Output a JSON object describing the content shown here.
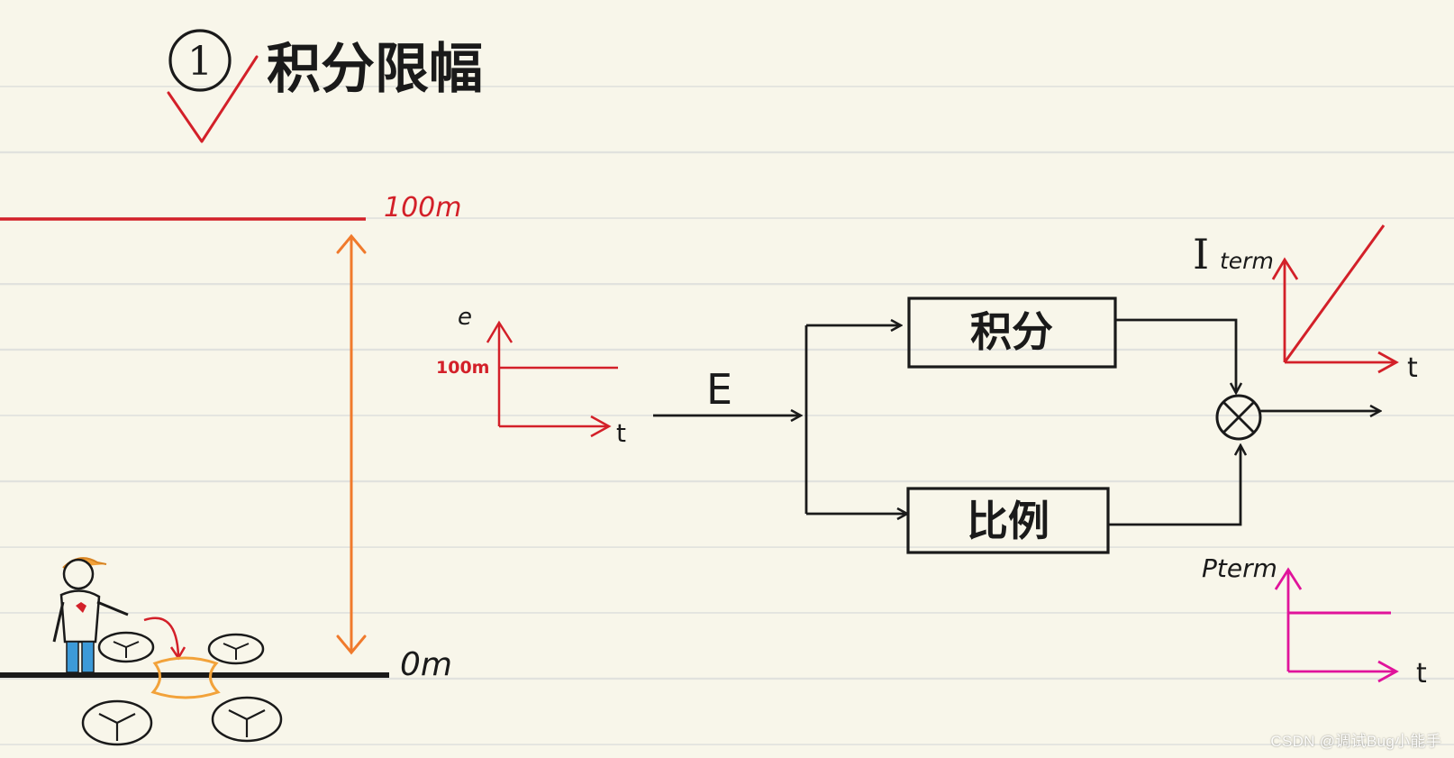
{
  "heading": {
    "number": "1",
    "title": "积分限幅"
  },
  "altitude": {
    "top_label": "100m",
    "bottom_label": "0m"
  },
  "error_plot": {
    "y_label": "e",
    "value_label": "100m",
    "x_label": "t"
  },
  "block_diagram": {
    "input_label": "E",
    "integral_block": "积分",
    "proportional_block": "比例"
  },
  "iterm_plot": {
    "y_label_main": "I",
    "y_label_sub": "term",
    "x_label": "t"
  },
  "pterm_plot": {
    "y_label": "Pterm",
    "x_label": "t"
  },
  "watermark": "CSDN @调试Bug小能手",
  "colors": {
    "red": "#d32029",
    "orange": "#f07a2c",
    "magenta": "#e0139b",
    "black": "#1a1a1a",
    "drone_orange": "#f2a23a"
  }
}
